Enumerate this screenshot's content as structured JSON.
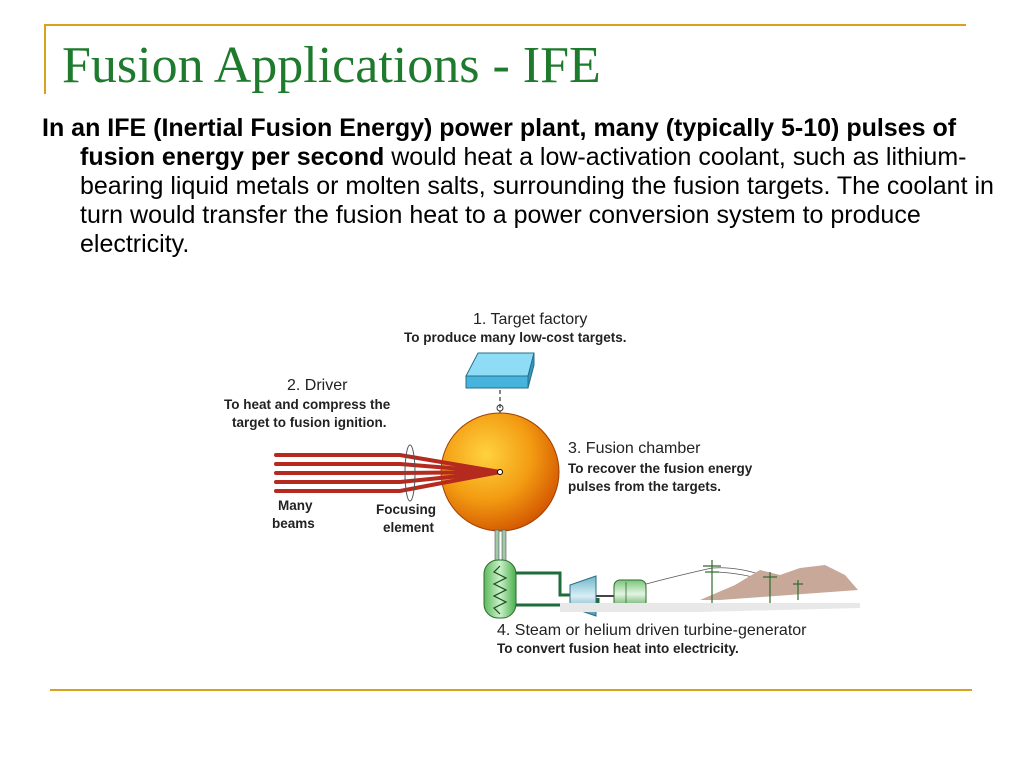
{
  "slide": {
    "title": "Fusion Applications - IFE",
    "paragraph": {
      "bold": "In an IFE (Inertial Fusion Energy) power plant, many (typically 5-10) pulses of fusion energy per second",
      "rest": " would heat a low-activation coolant, such as lithium-bearing liquid metals or molten salts, surrounding the fusion targets. The coolant in turn would transfer the fusion heat to a power conversion system to produce electricity."
    }
  },
  "diagram": {
    "target_factory": {
      "title": "1. Target factory",
      "sub": "To produce many low-cost targets."
    },
    "driver": {
      "title": "2. Driver",
      "sub1": "To heat and compress the",
      "sub2": "target to fusion ignition."
    },
    "fusion_chamber": {
      "title": "3. Fusion chamber",
      "sub1": "To recover the fusion energy",
      "sub2": "pulses from the targets."
    },
    "beams": {
      "line1": "Many",
      "line2": "beams"
    },
    "focusing": {
      "line1": "Focusing",
      "line2": "element"
    },
    "turbine": {
      "title": "4. Steam or helium driven turbine-generator",
      "sub": "To convert fusion heat into electricity."
    },
    "colors": {
      "frame": "#d9a21b",
      "title": "#1e7a2c",
      "beam": "#c0392b",
      "chamber": "#f39c12",
      "block": "#5bc8ee",
      "pipe": "#1f6b3a"
    }
  }
}
